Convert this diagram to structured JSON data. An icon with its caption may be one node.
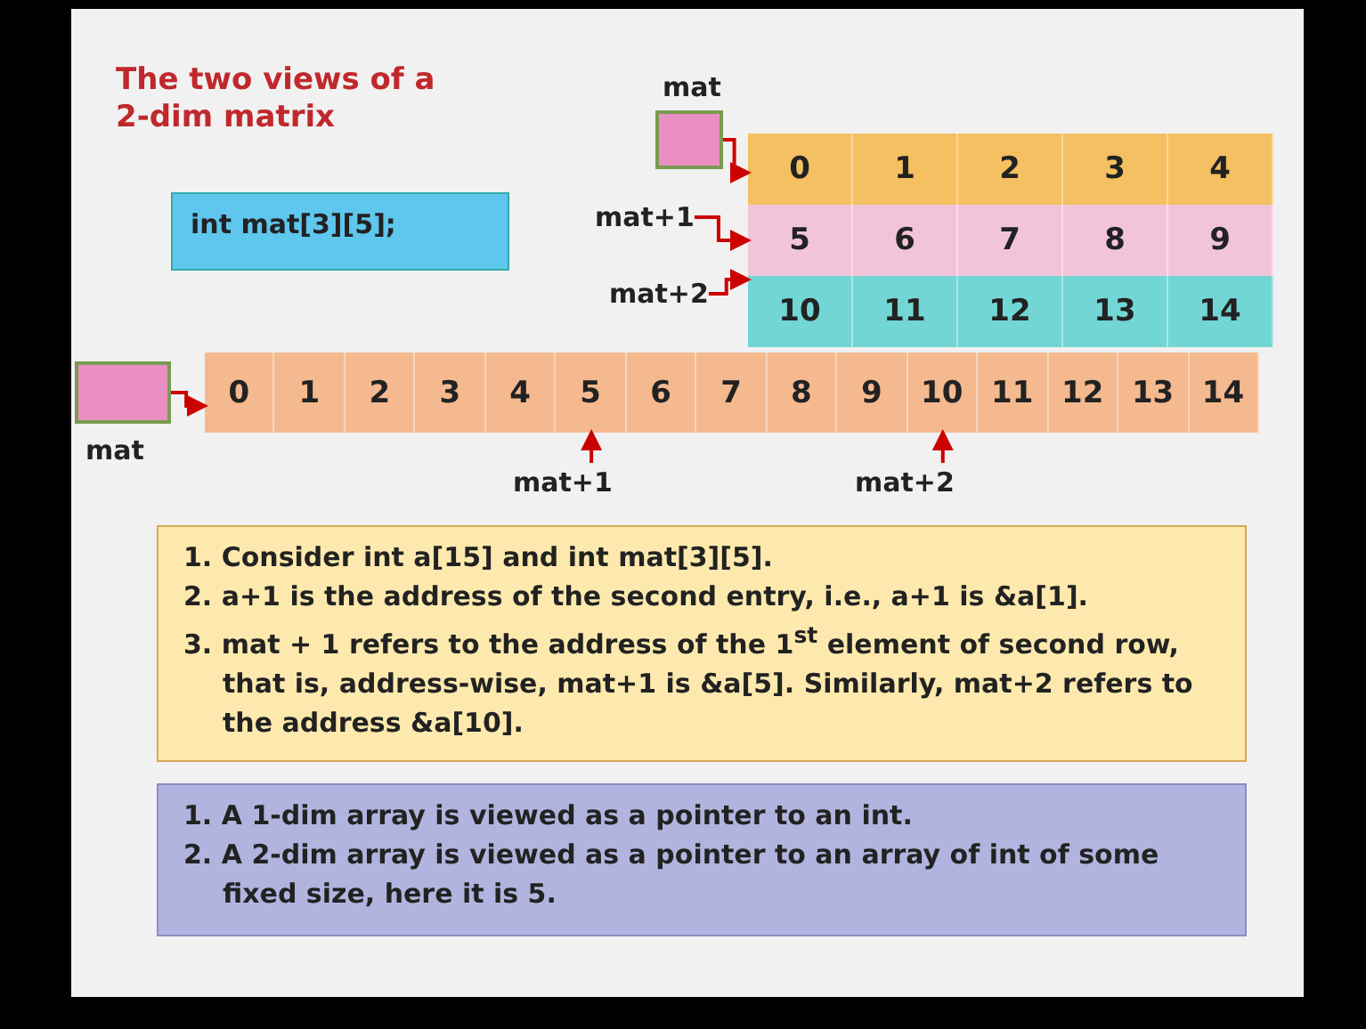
{
  "diagram": {
    "title": "The two views of a 2-dim matrix",
    "nodes": [
      {
        "text": [
          "int mat[3][5];"
        ]
      },
      {
        "text": [],
        "shape": "box",
        "beside": [
          "mat"
        ]
      },
      {
        "text": [
          "mat+1"
        ]
      },
      {
        "text": [
          "mat+2"
        ]
      },
      {
        "text": [],
        "shape": "bar"
      },
      {
        "text": [
          "0"
        ],
        "in": 4
      },
      {
        "text": [
          "1"
        ],
        "in": 4
      },
      {
        "text": [
          "2"
        ],
        "in": 4
      },
      {
        "text": [
          "3"
        ],
        "in": 4
      },
      {
        "text": [
          "4"
        ],
        "in": 4
      },
      {
        "text": [],
        "shape": "bar"
      },
      {
        "text": [
          "5"
        ],
        "in": 10
      },
      {
        "text": [
          "6"
        ],
        "in": 10
      },
      {
        "text": [
          "7"
        ],
        "in": 10
      },
      {
        "text": [
          "8"
        ],
        "in": 10
      },
      {
        "text": [
          "9"
        ],
        "in": 10
      },
      {
        "text": [],
        "shape": "bar"
      },
      {
        "text": [
          "10"
        ],
        "in": 16
      },
      {
        "text": [
          "11"
        ],
        "in": 16
      },
      {
        "text": [
          "12"
        ],
        "in": 16
      },
      {
        "text": [
          "13"
        ],
        "in": 16
      },
      {
        "text": [
          "14"
        ],
        "in": 16
      },
      {
        "text": [],
        "shape": "box",
        "beside": [
          "mat"
        ]
      },
      {
        "text": [],
        "shape": "bar"
      },
      {
        "text": [
          "0"
        ],
        "in": 23
      },
      {
        "text": [
          "1"
        ],
        "in": 23
      },
      {
        "text": [
          "2"
        ],
        "in": 23
      },
      {
        "text": [
          "3"
        ],
        "in": 23
      },
      {
        "text": [
          "4"
        ],
        "in": 23
      },
      {
        "text": [
          "5"
        ],
        "in": 23
      },
      {
        "text": [
          "6"
        ],
        "in": 23
      },
      {
        "text": [
          "7"
        ],
        "in": 23
      },
      {
        "text": [
          "8"
        ],
        "in": 23
      },
      {
        "text": [
          "9"
        ],
        "in": 23
      },
      {
        "text": [
          "10"
        ],
        "in": 23
      },
      {
        "text": [
          "11"
        ],
        "in": 23
      },
      {
        "text": [
          "12"
        ],
        "in": 23
      },
      {
        "text": [
          "13"
        ],
        "in": 23
      },
      {
        "text": [
          "14"
        ],
        "in": 23
      },
      {
        "text": [
          "mat+1"
        ]
      },
      {
        "text": [
          "mat+2"
        ]
      },
      {
        "text": [
          "1. Consider int a[15] and int mat[3][5].",
          "2. a+1 is the address of the second entry, i.e., a+1 is &a[1].",
          "3. mat + 1 refers to the address of the 1$^{st}$ element of second row, that is, address-wise, mat+1 is &a[5]. Similarly, mat+2 refers to the address &a[10]."
        ]
      },
      {
        "text": [
          "1. A 1-dim array is viewed as a pointer to an int.",
          "2. A 2-dim array is viewed as a pointer to an array of int of some fixed size, here it is 5."
        ]
      }
    ],
    "edges": [
      {
        "from": 1,
        "to": 4,
        "arrow": "to"
      },
      {
        "from": 2,
        "to": 10,
        "arrow": "to"
      },
      {
        "from": 3,
        "to": 16,
        "arrow": "to"
      },
      {
        "from": 22,
        "to": 23,
        "arrow": "to"
      },
      {
        "from": 39,
        "to": 29,
        "arrow": "to"
      },
      {
        "from": 40,
        "to": 34,
        "arrow": "to"
      }
    ]
  }
}
